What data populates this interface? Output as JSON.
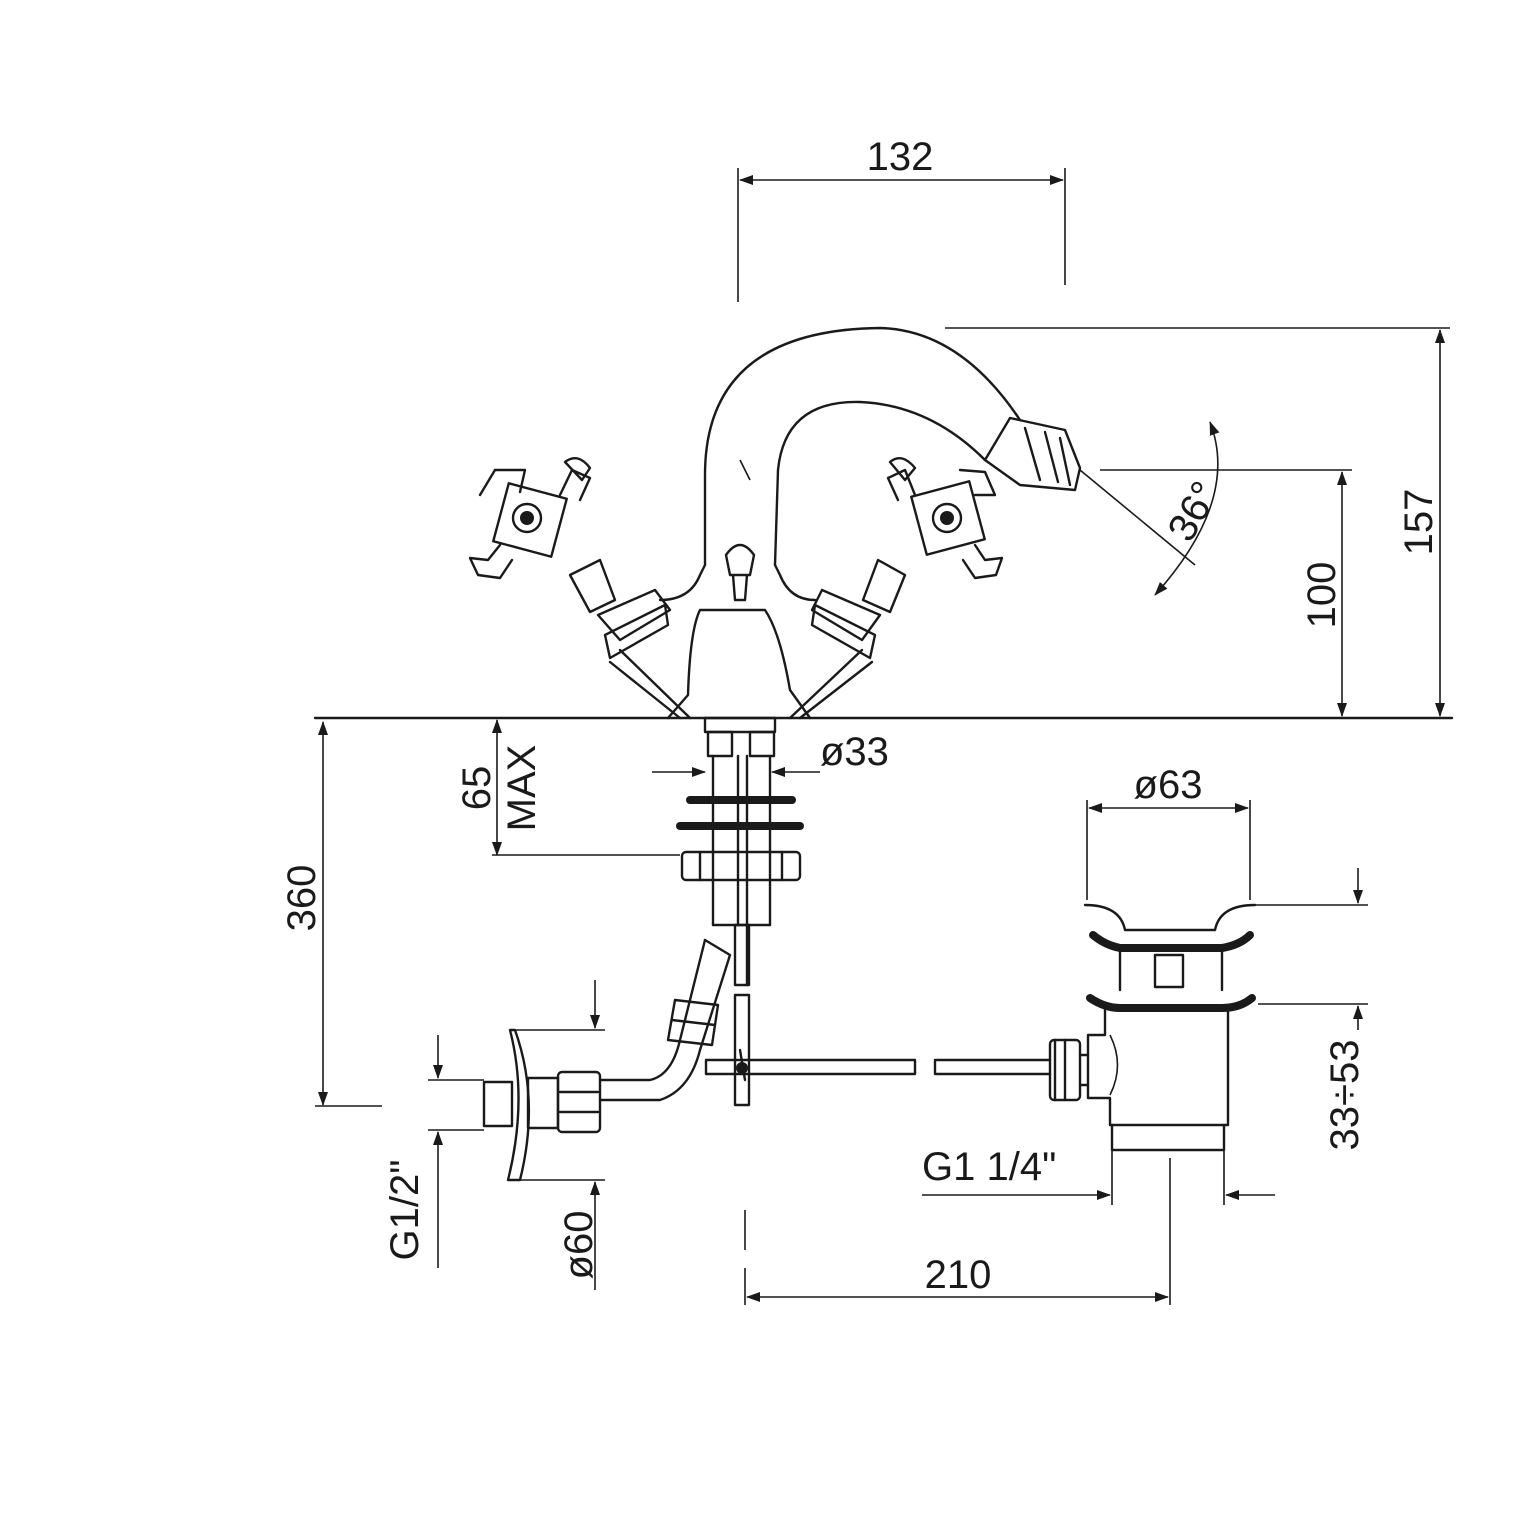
{
  "dimensions": {
    "spout_reach": "132",
    "total_height": "157",
    "spout_height": "100",
    "spout_angle": "36°",
    "shank_diameter": "ø33",
    "max_deck_thickness_value": "65",
    "max_deck_thickness_unit": "MAX",
    "supply_length": "360",
    "waste_diameter": "ø63",
    "waste_adjust": "33÷53",
    "waste_thread": "G1 1/4\"",
    "supply_thread": "G1/2\"",
    "escutcheon_diameter": "ø60",
    "waste_offset": "210"
  },
  "colors": {
    "line": "#1a1a1a",
    "background": "#ffffff"
  }
}
